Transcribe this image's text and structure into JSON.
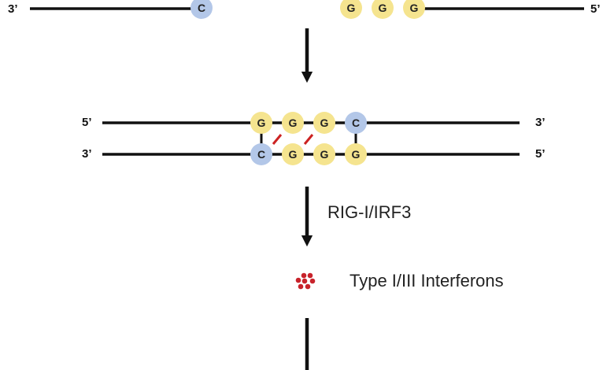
{
  "colors": {
    "strand": "#111111",
    "g_fill": "#f5e48f",
    "c_fill": "#b3c7e8",
    "g_pair_bond": "#cc2222",
    "interferon_dot": "#c8232b"
  },
  "top_panel": {
    "left_strand": {
      "start_label": "3’",
      "bases": [
        "C"
      ]
    },
    "right_strand": {
      "bases": [
        "G",
        "G",
        "G"
      ],
      "end_label": "5’"
    }
  },
  "duplex_panel": {
    "upper_strand": {
      "left_label": "5’",
      "bases": [
        "G",
        "G",
        "G",
        "C"
      ],
      "right_label": "3’"
    },
    "lower_strand": {
      "left_label": "3’",
      "bases": [
        "C",
        "G",
        "G",
        "G"
      ],
      "right_label": "5’"
    }
  },
  "signaling": {
    "pathway_label": "RIG-I/IRF3",
    "product_label": "Type I/III Interferons"
  }
}
